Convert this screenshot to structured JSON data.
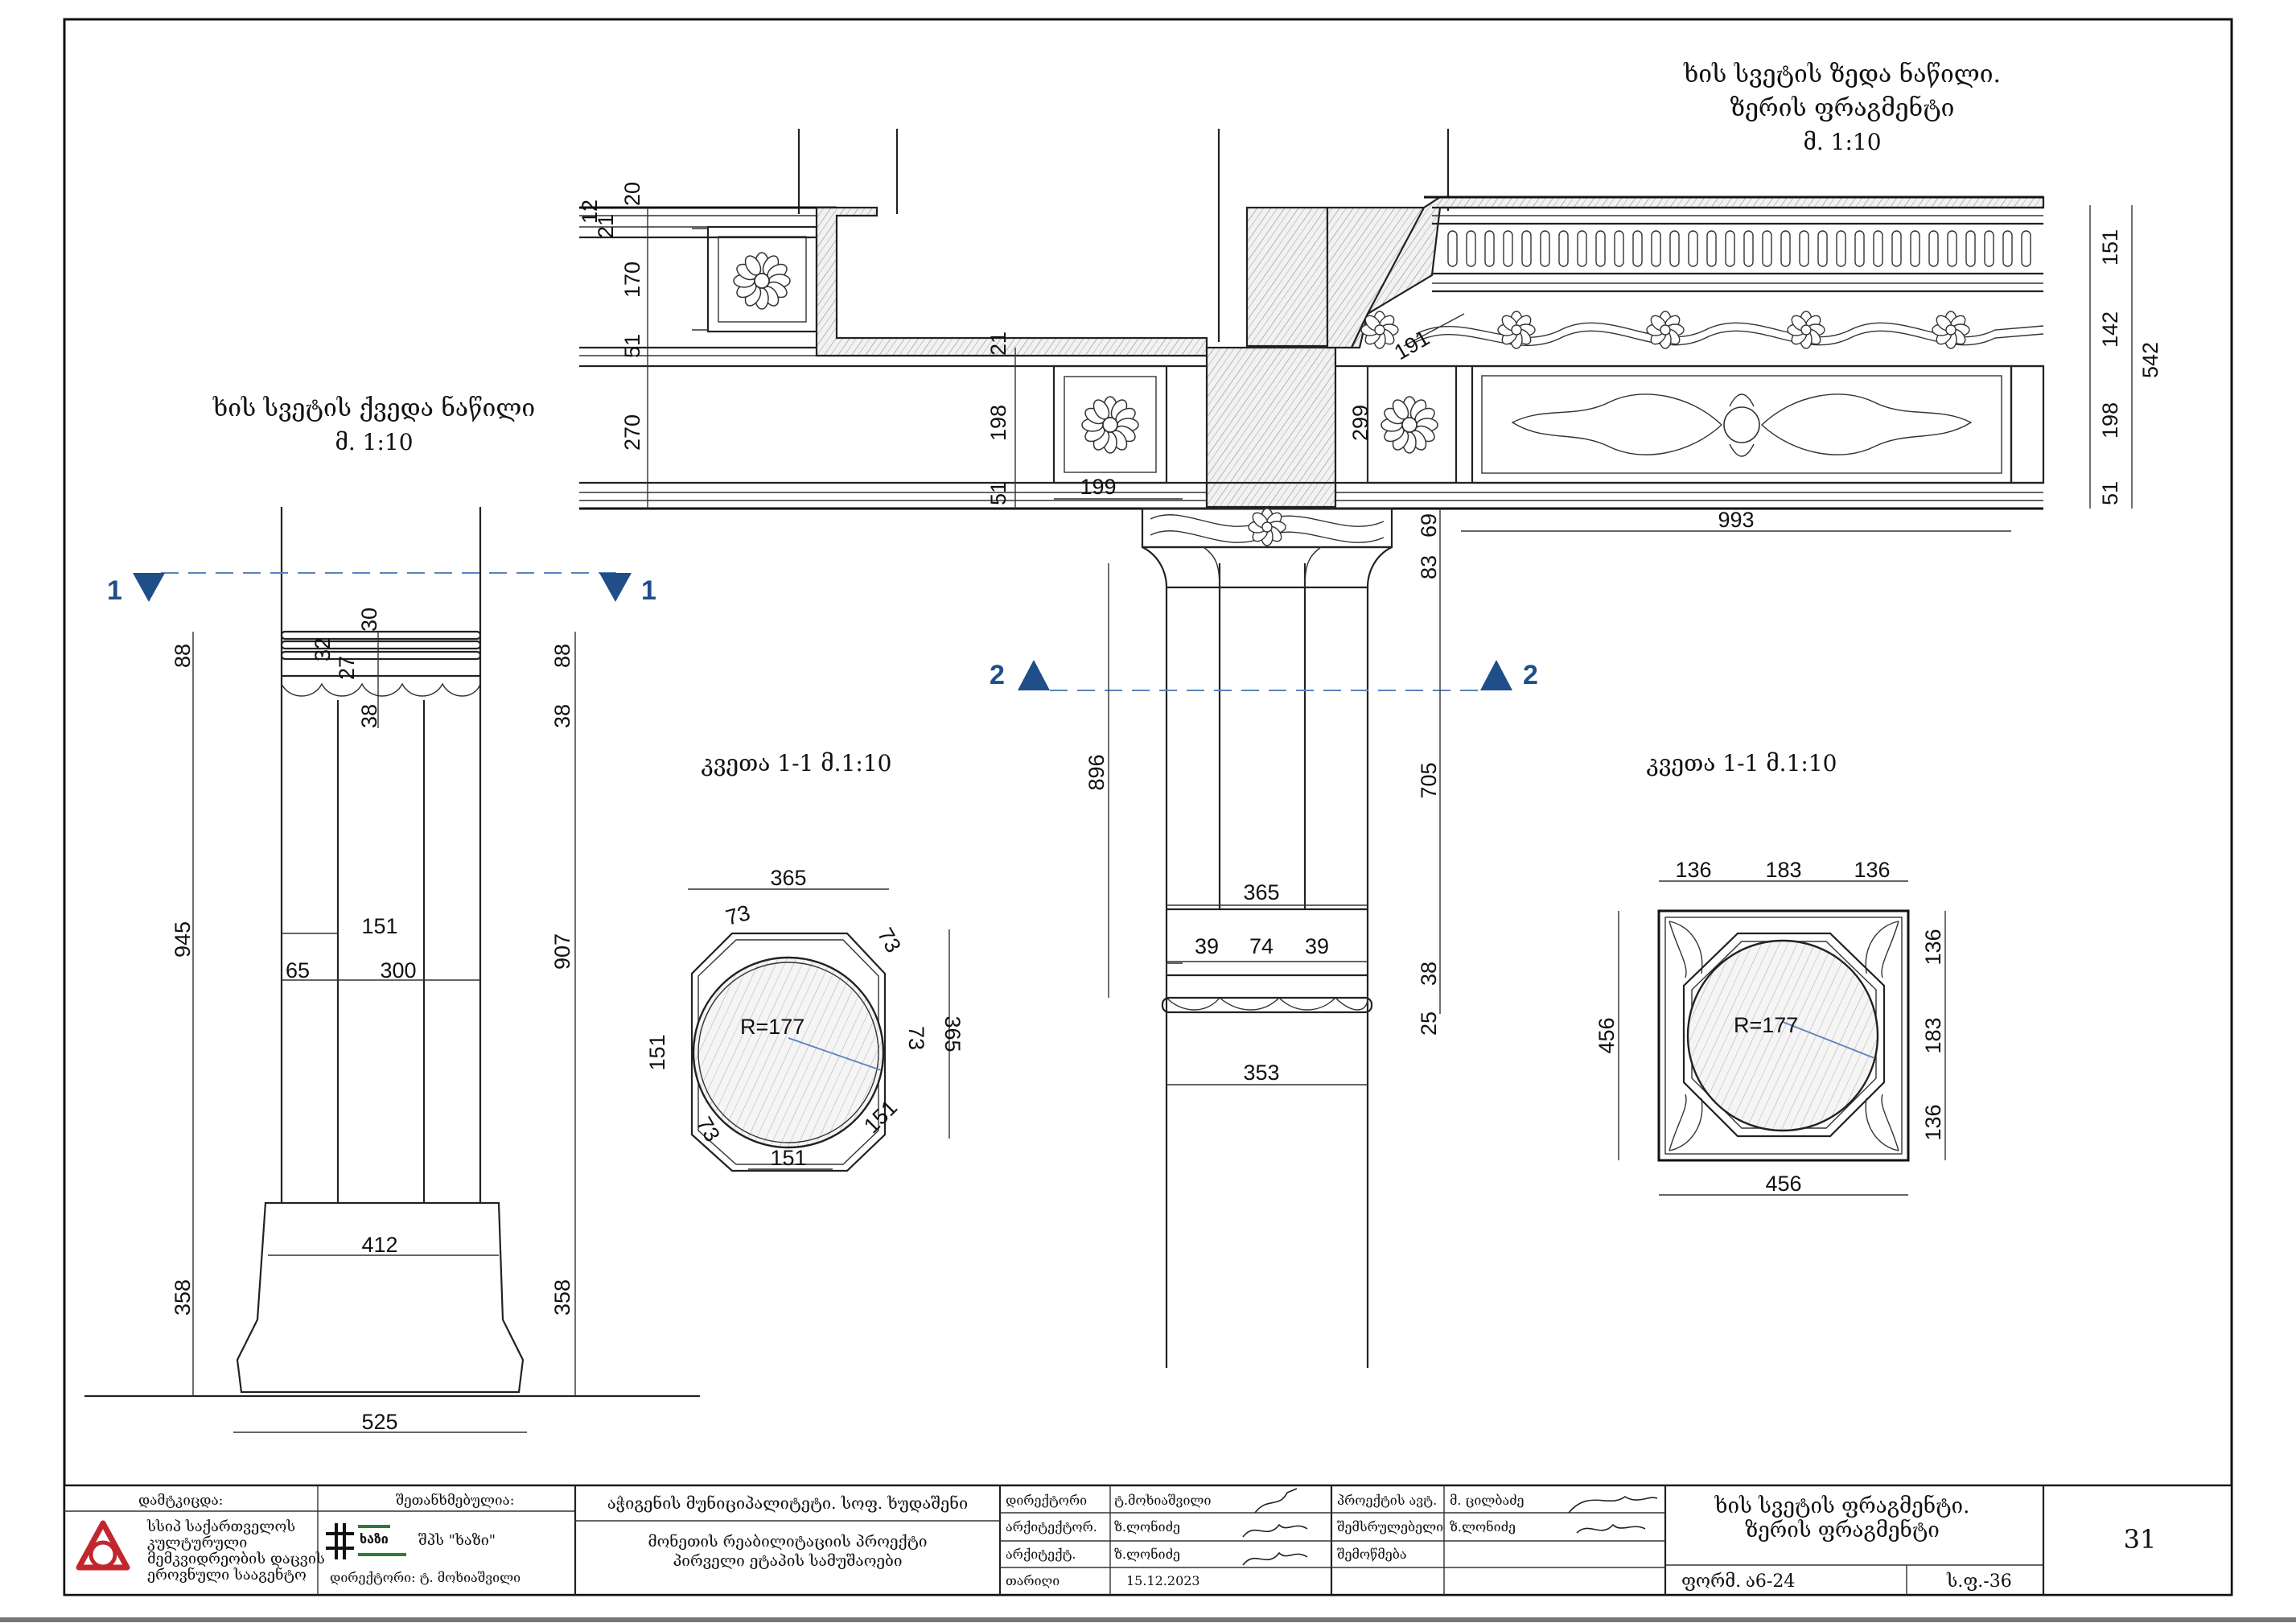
{
  "titles": {
    "upper_title_line1": "ხის სვეტის ზედა ნაწილი.",
    "upper_title_line2": "ზერის ფრაგმენტი",
    "upper_scale": "მ. 1:10",
    "lower_title": "ხის სვეტის ქვედა ნაწილი",
    "lower_scale": "მ. 1:10",
    "section_a_title": "კვეთა 1-1 მ.1:10",
    "section_b_title": "კვეთა 1-1 მ.1:10"
  },
  "section_marks": {
    "mark1": "1",
    "mark2": "2"
  },
  "dimensions": {
    "top_left_stack": [
      "12",
      "21",
      "20",
      "170",
      "51",
      "270"
    ],
    "mid_left": [
      "21",
      "198",
      "51",
      "199"
    ],
    "right_stack": [
      "151",
      "142",
      "542",
      "198",
      "51"
    ],
    "center": [
      "191",
      "299",
      "993",
      "69",
      "83"
    ],
    "lower_col_left": [
      "88",
      "945",
      "358"
    ],
    "lower_col_top": [
      "30",
      "32",
      "27",
      "38"
    ],
    "lower_col_right": [
      "88",
      "38",
      "907",
      "358"
    ],
    "lower_col_width": [
      "151",
      "65",
      "300",
      "412",
      "525"
    ],
    "oct_section": [
      "365",
      "73",
      "73",
      "151",
      "73",
      "365",
      "151",
      "151",
      "73",
      "R=177"
    ],
    "column_center": [
      "896",
      "705",
      "38",
      "25",
      "365",
      "39",
      "74",
      "39",
      "353"
    ],
    "square_section": [
      "136",
      "183",
      "136",
      "136",
      "183",
      "136",
      "456",
      "456",
      "R=177"
    ]
  },
  "title_block": {
    "approved_label": "დამტკიცდა:",
    "agreed_label": "შეთანხმებულია:",
    "org_line1": "სსიპ საქართველოს",
    "org_line2": "კულტურული",
    "org_line3": "მემკვიდრეობის დაცვის",
    "org_line4": "ეროვნული სააგენტო",
    "company_logo_text": "ხაზი",
    "company_name": "შპს \"ხაზი\"",
    "company_director": "დირექტორი:  ტ. მოხიაშვილი",
    "municipality": "აჭიგენის მუნიციპალიტეტი. სოფ. ხუდაშენი",
    "project_line1": "მონეთის რეაბილიტაციის პროექტი",
    "project_line2": "პირველი ეტაპის სამუშაოები",
    "roles": [
      {
        "role": "დირექტორი",
        "name": "ტ.მოხიაშვილი"
      },
      {
        "role": "არქიტექტორ.",
        "name": "ზ.ლონიძე"
      },
      {
        "role": "არქიტექტ.",
        "name": "ზ.ლონიძე"
      },
      {
        "role": "თარიღი",
        "name": "15.12.2023"
      }
    ],
    "roles2": [
      {
        "role": "პროექტის ავტ.",
        "name": "მ. ცილბაძე"
      },
      {
        "role": "შემსრულებელი",
        "name": "ზ.ლონიძე"
      },
      {
        "role": "შემოწმება",
        "name": ""
      }
    ],
    "sheet_title_line1": "ხის სვეტის ფრაგმენტი.",
    "sheet_title_line2": "ზერის ფრაგმენტი",
    "form_label": "ფორმ.",
    "form_value": "ა6-24",
    "sheet_code": "ს.ფ.-36",
    "sheet_number": "31"
  },
  "colors": {
    "section_mark": "#1f4e89",
    "section_line": "#5b84b8",
    "logo_red": "#c1272d"
  }
}
